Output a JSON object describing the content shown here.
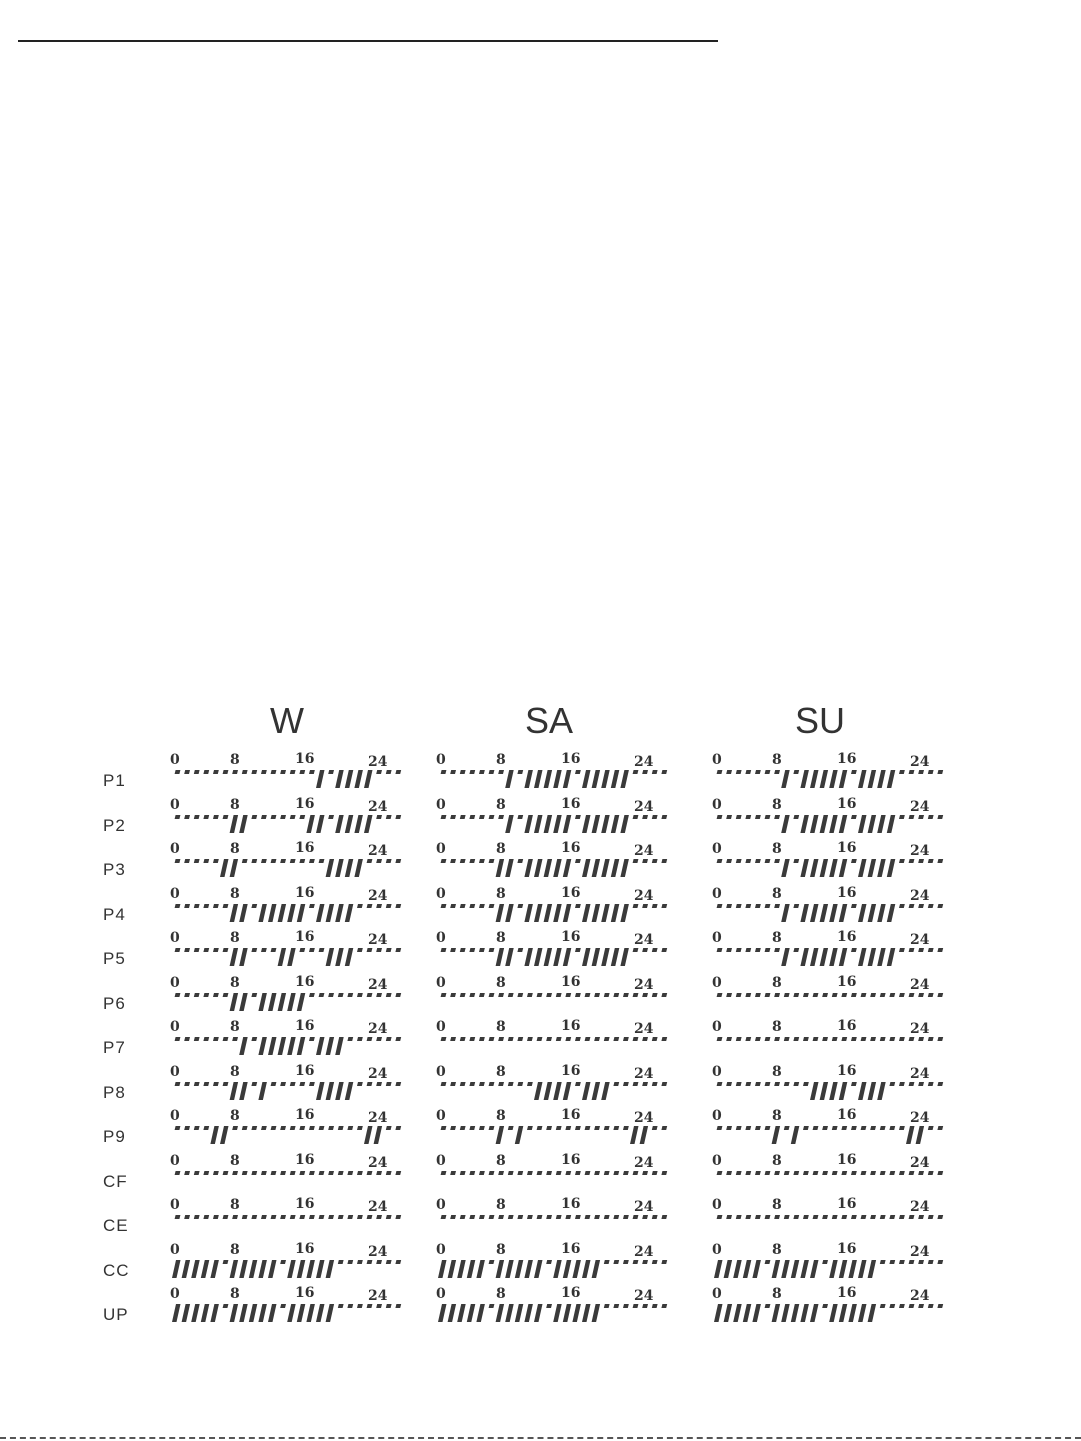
{
  "columns": [
    "W",
    "SA",
    "SU"
  ],
  "ticks": [
    "0",
    "8",
    "16",
    "24"
  ],
  "rows": [
    {
      "label": "P1",
      "on": [
        [
          0,
          0,
          0,
          0,
          0,
          0,
          0,
          0,
          0,
          0,
          0,
          0,
          0,
          0,
          0,
          1,
          0,
          1,
          1,
          1,
          1,
          0,
          0,
          0
        ],
        [
          0,
          0,
          0,
          0,
          0,
          0,
          0,
          1,
          0,
          1,
          1,
          1,
          1,
          1,
          0,
          1,
          1,
          1,
          1,
          1,
          0,
          0,
          0,
          0
        ],
        [
          0,
          0,
          0,
          0,
          0,
          0,
          0,
          1,
          0,
          1,
          1,
          1,
          1,
          1,
          0,
          1,
          1,
          1,
          1,
          0,
          0,
          0,
          0,
          0
        ]
      ]
    },
    {
      "label": "P2",
      "on": [
        [
          0,
          0,
          0,
          0,
          0,
          0,
          1,
          1,
          0,
          0,
          0,
          0,
          0,
          0,
          1,
          1,
          0,
          1,
          1,
          1,
          1,
          0,
          0,
          0
        ],
        [
          0,
          0,
          0,
          0,
          0,
          0,
          0,
          1,
          0,
          1,
          1,
          1,
          1,
          1,
          0,
          1,
          1,
          1,
          1,
          1,
          0,
          0,
          0,
          0
        ],
        [
          0,
          0,
          0,
          0,
          0,
          0,
          0,
          1,
          0,
          1,
          1,
          1,
          1,
          1,
          0,
          1,
          1,
          1,
          1,
          0,
          0,
          0,
          0,
          0
        ]
      ]
    },
    {
      "label": "P3",
      "on": [
        [
          0,
          0,
          0,
          0,
          0,
          1,
          1,
          0,
          0,
          0,
          0,
          0,
          0,
          0,
          0,
          0,
          1,
          1,
          1,
          1,
          0,
          0,
          0,
          0
        ],
        [
          0,
          0,
          0,
          0,
          0,
          0,
          1,
          1,
          0,
          1,
          1,
          1,
          1,
          1,
          0,
          1,
          1,
          1,
          1,
          1,
          0,
          0,
          0,
          0
        ],
        [
          0,
          0,
          0,
          0,
          0,
          0,
          0,
          1,
          0,
          1,
          1,
          1,
          1,
          1,
          0,
          1,
          1,
          1,
          1,
          0,
          0,
          0,
          0,
          0
        ]
      ]
    },
    {
      "label": "P4",
      "on": [
        [
          0,
          0,
          0,
          0,
          0,
          0,
          1,
          1,
          0,
          1,
          1,
          1,
          1,
          1,
          0,
          1,
          1,
          1,
          1,
          0,
          0,
          0,
          0,
          0
        ],
        [
          0,
          0,
          0,
          0,
          0,
          0,
          1,
          1,
          0,
          1,
          1,
          1,
          1,
          1,
          0,
          1,
          1,
          1,
          1,
          1,
          0,
          0,
          0,
          0
        ],
        [
          0,
          0,
          0,
          0,
          0,
          0,
          0,
          1,
          0,
          1,
          1,
          1,
          1,
          1,
          0,
          1,
          1,
          1,
          1,
          0,
          0,
          0,
          0,
          0
        ]
      ]
    },
    {
      "label": "P5",
      "on": [
        [
          0,
          0,
          0,
          0,
          0,
          0,
          1,
          1,
          0,
          0,
          0,
          1,
          1,
          0,
          0,
          0,
          1,
          1,
          1,
          0,
          0,
          0,
          0,
          0
        ],
        [
          0,
          0,
          0,
          0,
          0,
          0,
          1,
          1,
          0,
          1,
          1,
          1,
          1,
          1,
          0,
          1,
          1,
          1,
          1,
          1,
          0,
          0,
          0,
          0
        ],
        [
          0,
          0,
          0,
          0,
          0,
          0,
          0,
          1,
          0,
          1,
          1,
          1,
          1,
          1,
          0,
          1,
          1,
          1,
          1,
          0,
          0,
          0,
          0,
          0
        ]
      ]
    },
    {
      "label": "P6",
      "on": [
        [
          0,
          0,
          0,
          0,
          0,
          0,
          1,
          1,
          0,
          1,
          1,
          1,
          1,
          1,
          0,
          0,
          0,
          0,
          0,
          0,
          0,
          0,
          0,
          0
        ],
        [
          0,
          0,
          0,
          0,
          0,
          0,
          0,
          0,
          0,
          0,
          0,
          0,
          0,
          0,
          0,
          0,
          0,
          0,
          0,
          0,
          0,
          0,
          0,
          0
        ],
        [
          0,
          0,
          0,
          0,
          0,
          0,
          0,
          0,
          0,
          0,
          0,
          0,
          0,
          0,
          0,
          0,
          0,
          0,
          0,
          0,
          0,
          0,
          0,
          0
        ]
      ]
    },
    {
      "label": "P7",
      "on": [
        [
          0,
          0,
          0,
          0,
          0,
          0,
          0,
          1,
          0,
          1,
          1,
          1,
          1,
          1,
          0,
          1,
          1,
          1,
          0,
          0,
          0,
          0,
          0,
          0
        ],
        [
          0,
          0,
          0,
          0,
          0,
          0,
          0,
          0,
          0,
          0,
          0,
          0,
          0,
          0,
          0,
          0,
          0,
          0,
          0,
          0,
          0,
          0,
          0,
          0
        ],
        [
          0,
          0,
          0,
          0,
          0,
          0,
          0,
          0,
          0,
          0,
          0,
          0,
          0,
          0,
          0,
          0,
          0,
          0,
          0,
          0,
          0,
          0,
          0,
          0
        ]
      ]
    },
    {
      "label": "P8",
      "on": [
        [
          0,
          0,
          0,
          0,
          0,
          0,
          1,
          1,
          0,
          1,
          0,
          0,
          0,
          0,
          0,
          1,
          1,
          1,
          1,
          0,
          0,
          0,
          0,
          0
        ],
        [
          0,
          0,
          0,
          0,
          0,
          0,
          0,
          0,
          0,
          0,
          1,
          1,
          1,
          1,
          0,
          1,
          1,
          1,
          0,
          0,
          0,
          0,
          0,
          0
        ],
        [
          0,
          0,
          0,
          0,
          0,
          0,
          0,
          0,
          0,
          0,
          1,
          1,
          1,
          1,
          0,
          1,
          1,
          1,
          0,
          0,
          0,
          0,
          0,
          0
        ]
      ]
    },
    {
      "label": "P9",
      "on": [
        [
          0,
          0,
          0,
          0,
          1,
          1,
          0,
          0,
          0,
          0,
          0,
          0,
          0,
          0,
          0,
          0,
          0,
          0,
          0,
          0,
          1,
          1,
          0,
          0
        ],
        [
          0,
          0,
          0,
          0,
          0,
          0,
          1,
          0,
          1,
          0,
          0,
          0,
          0,
          0,
          0,
          0,
          0,
          0,
          0,
          0,
          1,
          1,
          0,
          0
        ],
        [
          0,
          0,
          0,
          0,
          0,
          0,
          1,
          0,
          1,
          0,
          0,
          0,
          0,
          0,
          0,
          0,
          0,
          0,
          0,
          0,
          1,
          1,
          0,
          0
        ]
      ]
    },
    {
      "label": "CF",
      "on": [
        [
          0,
          0,
          0,
          0,
          0,
          0,
          0,
          0,
          0,
          0,
          0,
          0,
          0,
          0,
          0,
          0,
          0,
          0,
          0,
          0,
          0,
          0,
          0,
          0
        ],
        [
          0,
          0,
          0,
          0,
          0,
          0,
          0,
          0,
          0,
          0,
          0,
          0,
          0,
          0,
          0,
          0,
          0,
          0,
          0,
          0,
          0,
          0,
          0,
          0
        ],
        [
          0,
          0,
          0,
          0,
          0,
          0,
          0,
          0,
          0,
          0,
          0,
          0,
          0,
          0,
          0,
          0,
          0,
          0,
          0,
          0,
          0,
          0,
          0,
          0
        ]
      ]
    },
    {
      "label": "CE",
      "on": [
        [
          0,
          0,
          0,
          0,
          0,
          0,
          0,
          0,
          0,
          0,
          0,
          0,
          0,
          0,
          0,
          0,
          0,
          0,
          0,
          0,
          0,
          0,
          0,
          0
        ],
        [
          0,
          0,
          0,
          0,
          0,
          0,
          0,
          0,
          0,
          0,
          0,
          0,
          0,
          0,
          0,
          0,
          0,
          0,
          0,
          0,
          0,
          0,
          0,
          0
        ],
        [
          0,
          0,
          0,
          0,
          0,
          0,
          0,
          0,
          0,
          0,
          0,
          0,
          0,
          0,
          0,
          0,
          0,
          0,
          0,
          0,
          0,
          0,
          0,
          0
        ]
      ]
    },
    {
      "label": "CC",
      "on": [
        [
          1,
          1,
          1,
          1,
          1,
          0,
          1,
          1,
          1,
          1,
          1,
          0,
          1,
          1,
          1,
          1,
          1,
          0,
          0,
          0,
          0,
          0,
          0,
          0
        ],
        [
          1,
          1,
          1,
          1,
          1,
          0,
          1,
          1,
          1,
          1,
          1,
          0,
          1,
          1,
          1,
          1,
          1,
          0,
          0,
          0,
          0,
          0,
          0,
          0
        ],
        [
          1,
          1,
          1,
          1,
          1,
          0,
          1,
          1,
          1,
          1,
          1,
          0,
          1,
          1,
          1,
          1,
          1,
          0,
          0,
          0,
          0,
          0,
          0,
          0
        ]
      ]
    },
    {
      "label": "UP",
      "on": [
        [
          1,
          1,
          1,
          1,
          1,
          0,
          1,
          1,
          1,
          1,
          1,
          0,
          1,
          1,
          1,
          1,
          1,
          0,
          0,
          0,
          0,
          0,
          0,
          0
        ],
        [
          1,
          1,
          1,
          1,
          1,
          0,
          1,
          1,
          1,
          1,
          1,
          0,
          1,
          1,
          1,
          1,
          1,
          0,
          0,
          0,
          0,
          0,
          0,
          0
        ],
        [
          1,
          1,
          1,
          1,
          1,
          0,
          1,
          1,
          1,
          1,
          1,
          0,
          1,
          1,
          1,
          1,
          1,
          0,
          0,
          0,
          0,
          0,
          0,
          0
        ]
      ]
    }
  ]
}
